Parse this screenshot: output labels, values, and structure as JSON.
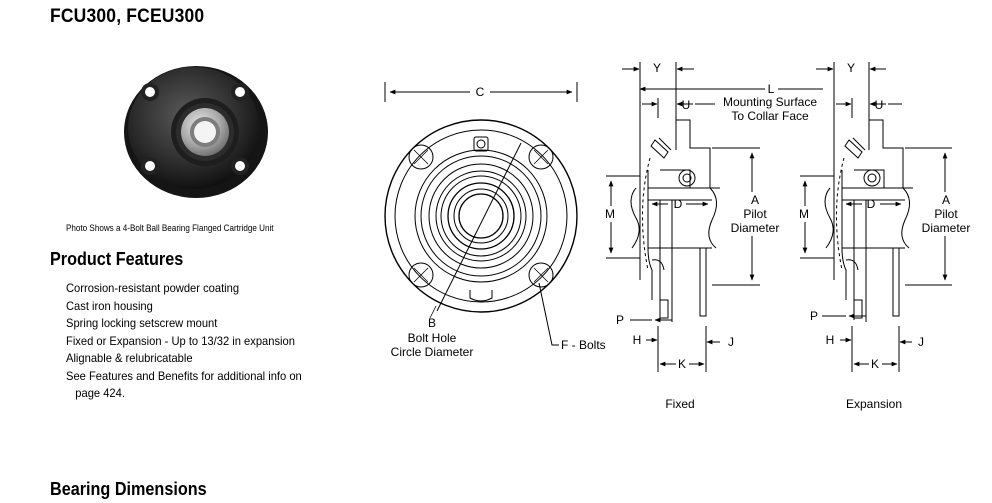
{
  "title": "FCU300, FCEU300",
  "photo_caption": "Photo Shows a 4-Bolt Ball Bearing Flanged Cartridge Unit",
  "features": {
    "heading": "Product Features",
    "items": [
      "Corrosion-resistant powder coating",
      "Cast iron housing",
      "Spring locking setscrew mount",
      "Fixed or Expansion - Up to 13/32 in expansion",
      "Alignable & relubricatable"
    ],
    "last_item_line1": "See Features and Benefits for additional info on",
    "last_item_line2": "page 424."
  },
  "front_view": {
    "label_c": "C",
    "label_b": "B",
    "bolt_hole_line1": "Bolt Hole",
    "bolt_hole_line2": "Circle Diameter",
    "bolts": "F - Bolts"
  },
  "fixed_view": {
    "y": "Y",
    "u": "U",
    "l": "L",
    "mounting_line1": "Mounting Surface",
    "mounting_line2": "To Collar Face",
    "m": "M",
    "d": "D",
    "a": "A",
    "pilot": "Pilot",
    "diameter": "Diameter",
    "p": "P",
    "h": "H",
    "j": "J",
    "k": "K",
    "caption": "Fixed"
  },
  "expansion_view": {
    "y": "Y",
    "u": "U",
    "m": "M",
    "d": "D",
    "a": "A",
    "pilot": "Pilot",
    "diameter": "Diameter",
    "p": "P",
    "h": "H",
    "j": "J",
    "k": "K",
    "caption": "Expansion"
  },
  "bearing_heading": "Bearing Dimensions"
}
